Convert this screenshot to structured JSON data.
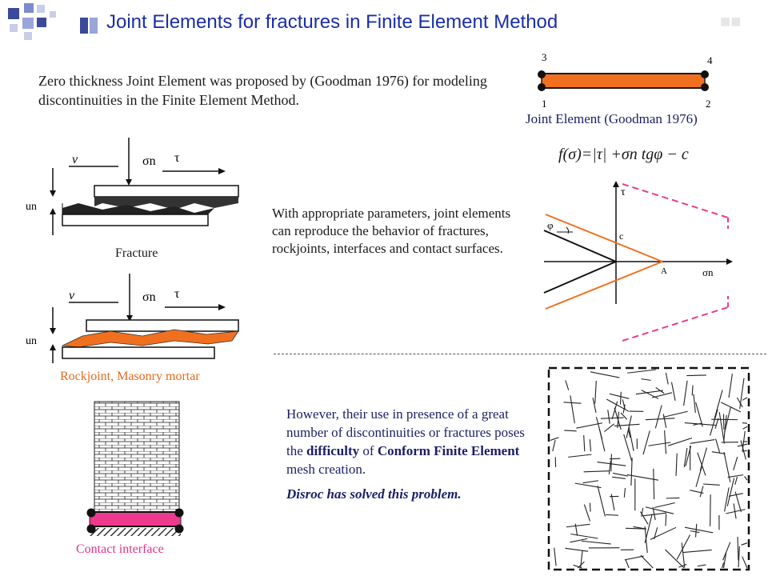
{
  "slide": {
    "title": "Joint Elements for fractures in Finite Element Method",
    "intro": "Zero thickness Joint Element was proposed by (Goodman 1976) for modeling discontinuities in the Finite Element Method.",
    "joint_element": {
      "nodes": [
        "3",
        "4",
        "1",
        "2"
      ],
      "caption": "Joint Element (Goodman 1976)"
    },
    "fracture_caption": "Fracture",
    "rockjoint_caption": "Rockjoint, Masonry mortar",
    "contact_caption": "Contact interface",
    "diagram_labels": {
      "v": "v",
      "sigma_n": "σn",
      "tau": "τ",
      "un": "un"
    },
    "middle_text": "With appropriate parameters, joint elements can reproduce the behavior of fractures, rockjoints, interfaces and contact surfaces.",
    "criterion": {
      "formula": "f(σ)=|τ| +σn tgφ − c",
      "axis_tau": "τ",
      "axis_sigma": "σn",
      "label_phi": "φ",
      "label_c": "c",
      "label_a": "A"
    },
    "lower_text": {
      "p1_part1": "However, their use in presence of a great number of discontinuities or fractures poses the",
      "p1_bold1": "difficulty",
      "p1_part2": "of",
      "p1_bold2": "Conform Finite Element",
      "p1_part3": "mesh creation.",
      "p2": "Disroc has solved this problem."
    },
    "colors": {
      "title": "#1a2ea8",
      "accent_orange": "#f07020",
      "accent_pink": "#ee3a8c",
      "text_navy": "#1a1f66"
    }
  }
}
